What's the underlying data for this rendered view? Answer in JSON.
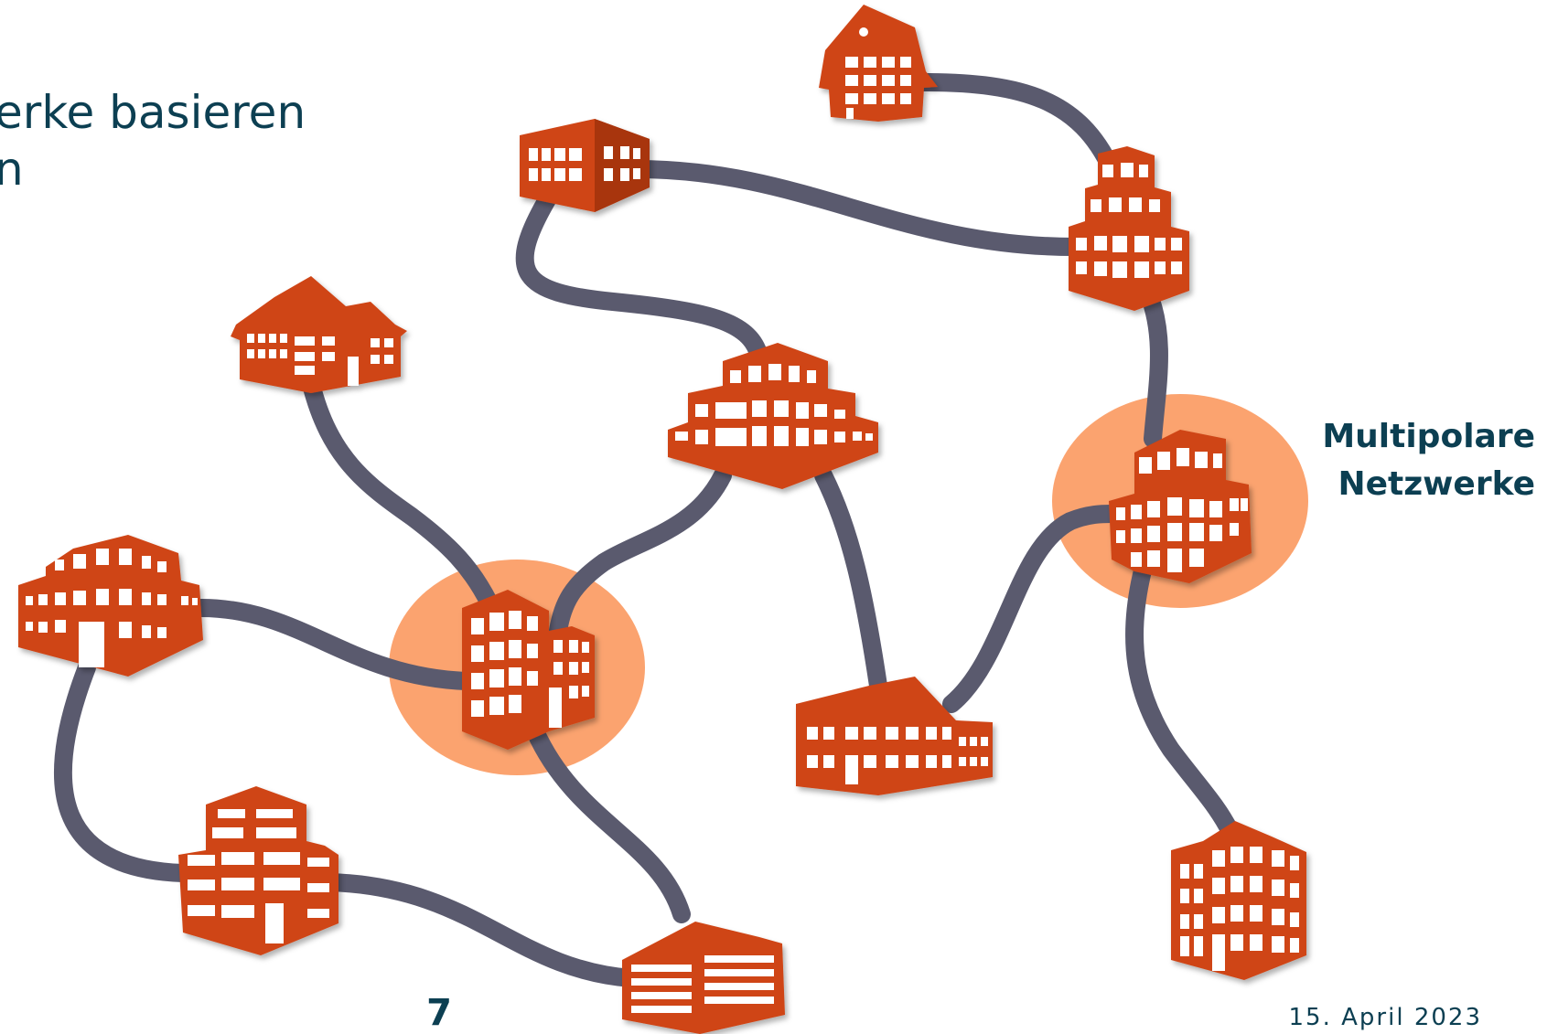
{
  "slide": {
    "title": "erke basieren\nn",
    "cluster_label_line1": "Multipolare",
    "cluster_label_line2": "Netzwerke",
    "page_number": "7",
    "date": "15. April 2023"
  },
  "colors": {
    "building": "#cf4516",
    "building_shade": "#a8340d",
    "road": "#5a5a6e",
    "hub": "#fba36f",
    "text": "#0c3f52"
  },
  "icons": [
    "house-icon",
    "office-building-icon",
    "tower-building-icon",
    "school-building-icon",
    "wide-building-icon",
    "hub-building-icon",
    "factory-building-icon",
    "stacked-building-icon",
    "warehouse-icon",
    "long-building-icon",
    "city-building-icon"
  ]
}
